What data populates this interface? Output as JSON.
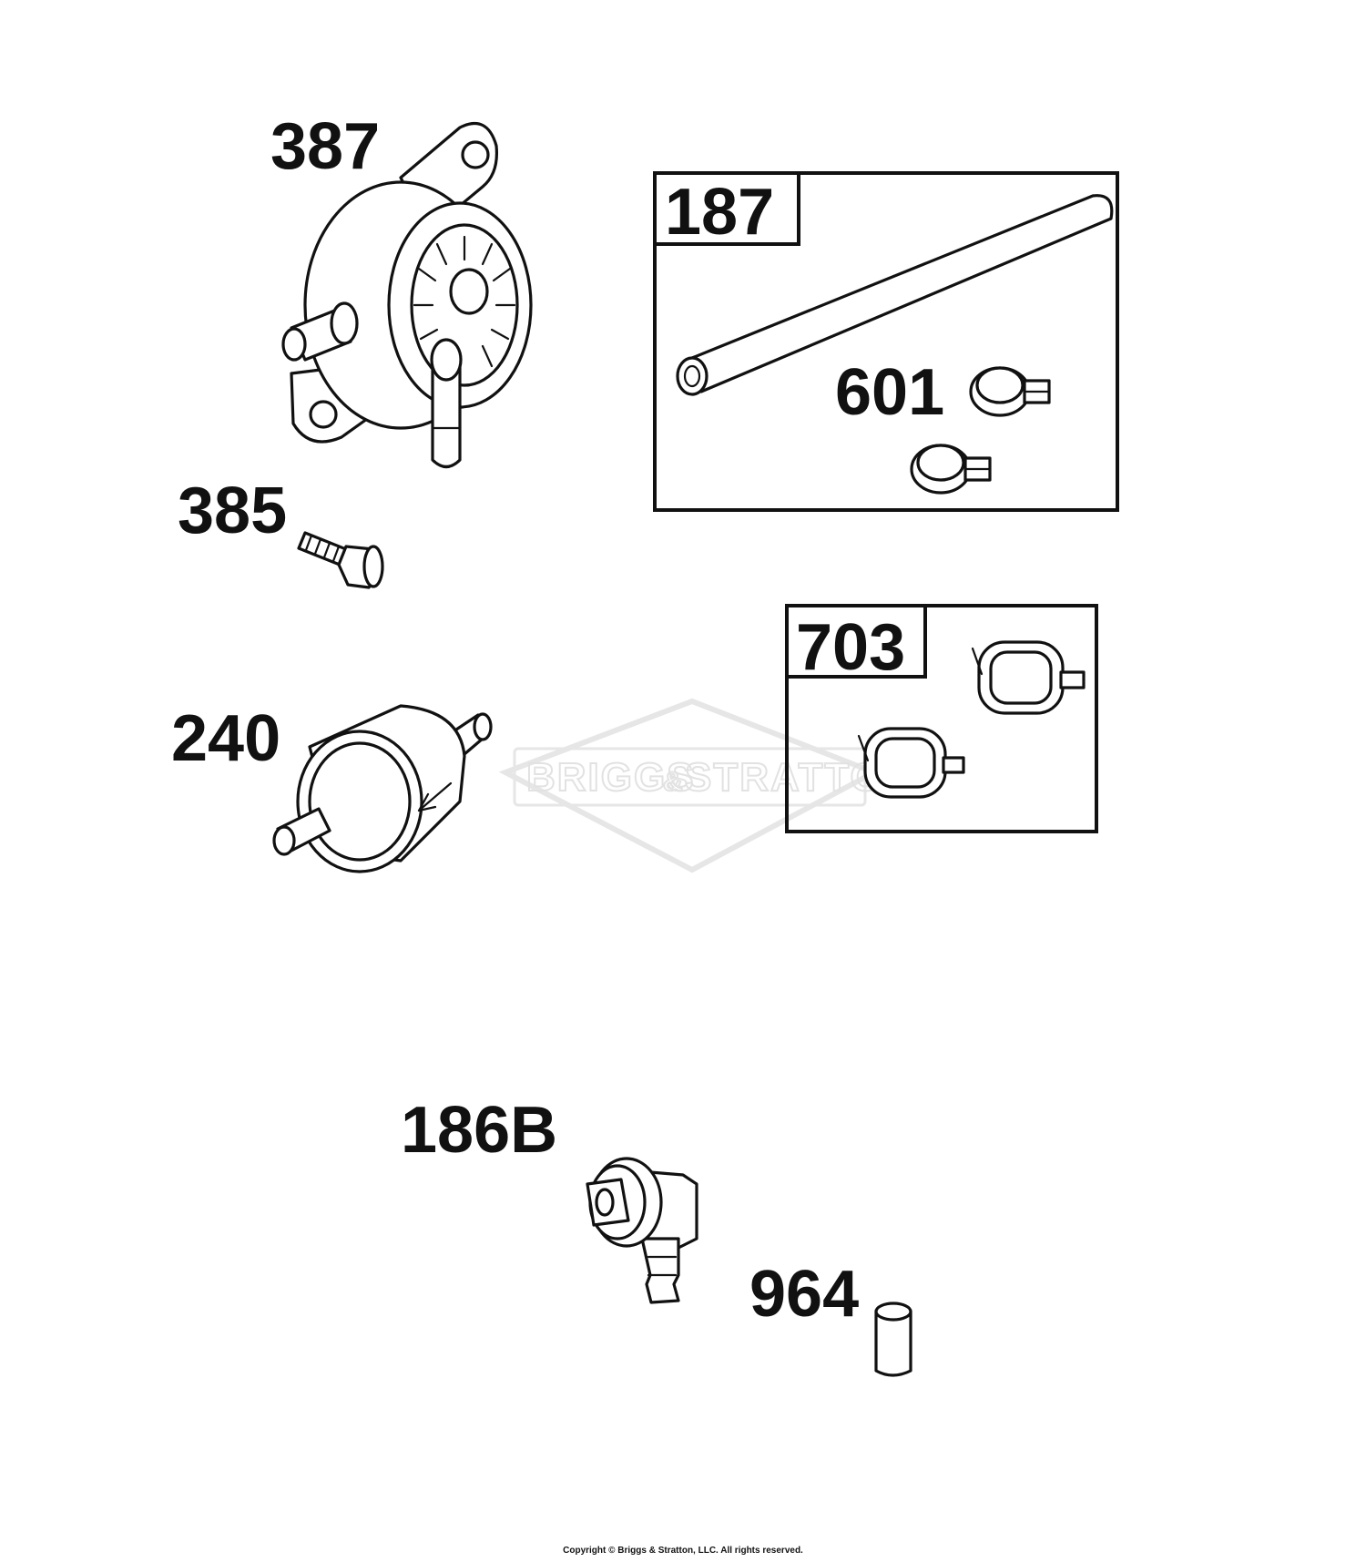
{
  "diagram": {
    "parts": [
      {
        "callout": "387",
        "name": "fuel pump"
      },
      {
        "callout": "385",
        "name": "screw"
      },
      {
        "callout": "187",
        "name": "fuel line kit (boxed)"
      },
      {
        "callout": "601",
        "name": "hose clamp"
      },
      {
        "callout": "703",
        "name": "clamp kit (boxed)"
      },
      {
        "callout": "240",
        "name": "fuel filter"
      },
      {
        "callout": "186B",
        "name": "fuel shut-off valve"
      },
      {
        "callout": "964",
        "name": "spacer"
      }
    ],
    "watermark": {
      "left": "BRIGGS",
      "amp": "&",
      "right": "STRATTON"
    },
    "copyright": "Copyright © Briggs & Stratton, LLC. All rights reserved."
  }
}
